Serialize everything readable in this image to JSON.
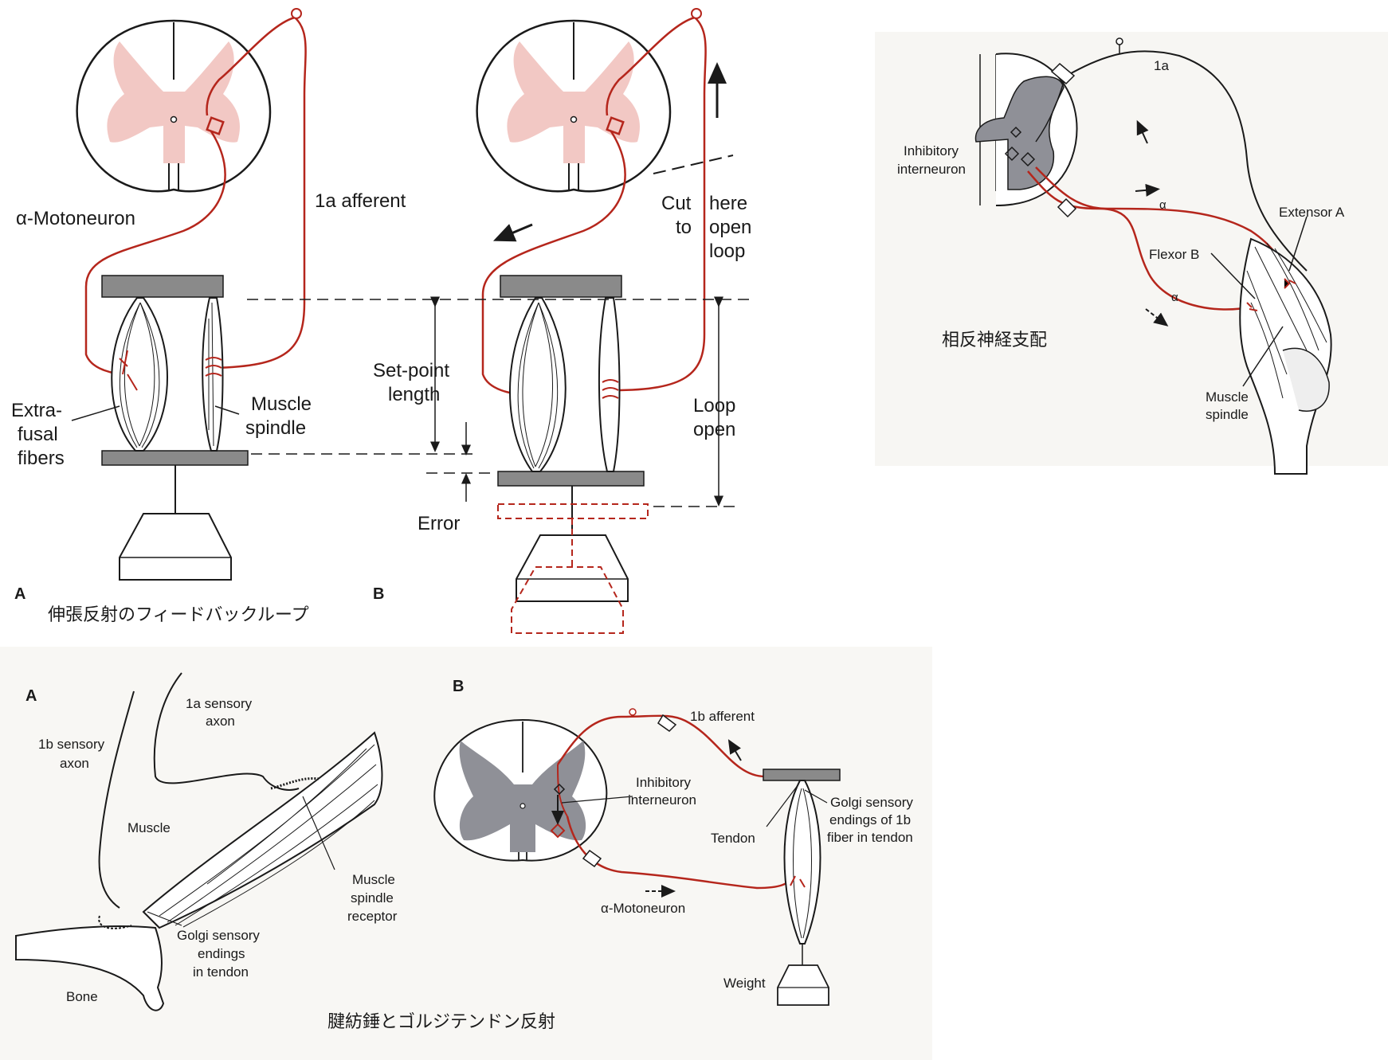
{
  "topLeft": {
    "panelA": {
      "letter": "A",
      "labels": {
        "motoneuron": "α-Motoneuron",
        "afferent": "1a afferent",
        "extrafusal_1": "Extra-",
        "extrafusal_2": "fusal",
        "extrafusal_3": "fibers",
        "spindle_1": "Muscle",
        "spindle_2": "spindle"
      }
    },
    "panelB": {
      "letter": "B",
      "labels": {
        "setpoint_1": "Set-point",
        "setpoint_2": "length",
        "error": "Error",
        "cut_1": "Cut",
        "cut_2": "here",
        "cut_3": "to",
        "cut_4": "open",
        "cut_5": "loop",
        "loopopen_1": "Loop",
        "loopopen_2": "open"
      }
    },
    "caption": "伸張反射のフィードバックループ"
  },
  "topRight": {
    "labels": {
      "one_a": "1a",
      "inhibitory_1": "Inhibitory",
      "inhibitory_2": "interneuron",
      "extensor": "Extensor A",
      "flexor": "Flexor B",
      "alpha_1": "α",
      "alpha_2": "α",
      "spindle_1": "Muscle",
      "spindle_2": "spindle"
    },
    "caption": "相反神経支配"
  },
  "bottom": {
    "panelA": {
      "letter": "A",
      "labels": {
        "oneA_1": "1a sensory",
        "oneA_2": "axon",
        "oneB_1": "1b sensory",
        "oneB_2": "axon",
        "muscle": "Muscle",
        "receptor_1": "Muscle",
        "receptor_2": "spindle",
        "receptor_3": "receptor",
        "golgi_1": "Golgi sensory",
        "golgi_2": "endings",
        "golgi_3": "in tendon",
        "bone": "Bone"
      }
    },
    "panelB": {
      "letter": "B",
      "labels": {
        "afferent": "1b afferent",
        "inhibitory_1": "Inhibitory",
        "inhibitory_2": "interneuron",
        "tendon": "Tendon",
        "golgi_1": "Golgi sensory",
        "golgi_2": "endings of 1b",
        "golgi_3": "fiber in tendon",
        "motoneuron": "α-Motoneuron",
        "weight": "Weight"
      }
    },
    "caption": "腱紡錘とゴルジテンドン反射"
  },
  "colors": {
    "nerve": "#b5261c",
    "grayMatterPink": "#f2c8c4",
    "grayMatterGray": "#8f9097",
    "plate": "#8a8a8a",
    "ink": "#1a1a1a"
  }
}
